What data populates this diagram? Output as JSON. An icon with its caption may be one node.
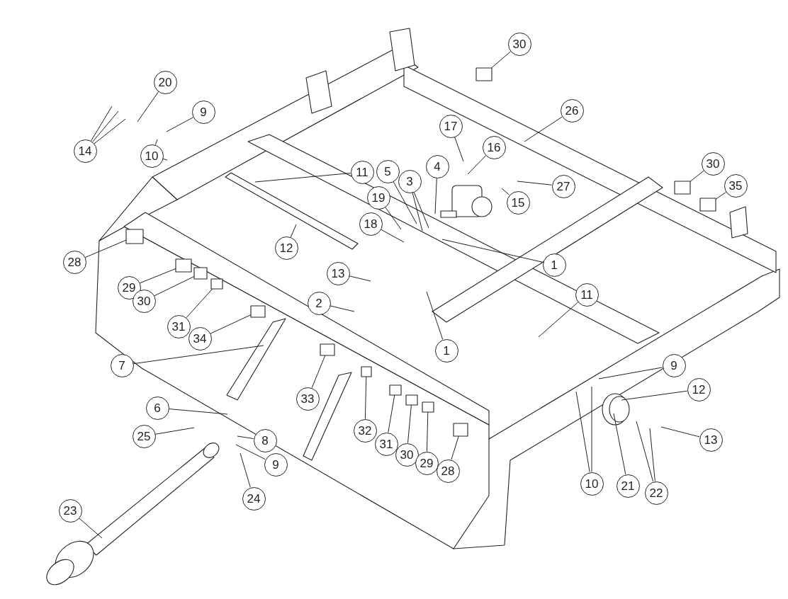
{
  "diagram": {
    "nodes": [
      {
        "text": [
          "30"
        ]
      },
      {
        "text": [
          "20"
        ]
      },
      {
        "text": [
          "26"
        ]
      },
      {
        "text": [
          "9"
        ]
      },
      {
        "text": [
          "17"
        ]
      },
      {
        "text": [
          "16"
        ]
      },
      {
        "text": [
          "14"
        ]
      },
      {
        "text": [
          "10"
        ]
      },
      {
        "text": [
          "30"
        ]
      },
      {
        "text": [
          "4"
        ]
      },
      {
        "text": [
          "5"
        ]
      },
      {
        "text": [
          "11"
        ]
      },
      {
        "text": [
          "3"
        ]
      },
      {
        "text": [
          "35"
        ]
      },
      {
        "text": [
          "27"
        ]
      },
      {
        "text": [
          "19"
        ]
      },
      {
        "text": [
          "15"
        ]
      },
      {
        "text": [
          "18"
        ]
      },
      {
        "text": [
          "12"
        ]
      },
      {
        "text": [
          "28"
        ]
      },
      {
        "text": [
          "1"
        ]
      },
      {
        "text": [
          "13"
        ]
      },
      {
        "text": [
          "29"
        ]
      },
      {
        "text": [
          "11"
        ]
      },
      {
        "text": [
          "30"
        ]
      },
      {
        "text": [
          "2"
        ]
      },
      {
        "text": [
          "31"
        ]
      },
      {
        "text": [
          "34"
        ]
      },
      {
        "text": [
          "1"
        ]
      },
      {
        "text": [
          "7"
        ]
      },
      {
        "text": [
          "9"
        ]
      },
      {
        "text": [
          "12"
        ]
      },
      {
        "text": [
          "33"
        ]
      },
      {
        "text": [
          "6"
        ]
      },
      {
        "text": [
          "32"
        ]
      },
      {
        "text": [
          "25"
        ]
      },
      {
        "text": [
          "13"
        ]
      },
      {
        "text": [
          "8"
        ]
      },
      {
        "text": [
          "31"
        ]
      },
      {
        "text": [
          "30"
        ]
      },
      {
        "text": [
          "29"
        ]
      },
      {
        "text": [
          "9"
        ]
      },
      {
        "text": [
          "28"
        ]
      },
      {
        "text": [
          "10"
        ]
      },
      {
        "text": [
          "21"
        ]
      },
      {
        "text": [
          "22"
        ]
      },
      {
        "text": [
          "24"
        ]
      },
      {
        "text": [
          "23"
        ]
      },
      {
        "text": [],
        "shape": "box"
      },
      {
        "text": [],
        "shape": "box"
      },
      {
        "text": [],
        "shape": "box"
      },
      {
        "text": [],
        "shape": "box"
      },
      {
        "text": [],
        "shape": "box"
      },
      {
        "text": [],
        "shape": "box"
      },
      {
        "text": [],
        "shape": "box"
      },
      {
        "text": [],
        "shape": "box"
      },
      {
        "text": [],
        "shape": "box"
      },
      {
        "text": [],
        "shape": "box"
      },
      {
        "text": [],
        "shape": "box"
      },
      {
        "text": [],
        "shape": "box"
      },
      {
        "text": [],
        "shape": "box"
      },
      {
        "text": [],
        "shape": "box"
      }
    ],
    "edges": [
      {
        "from": 0,
        "to": 59,
        "arrow": "none"
      },
      {
        "from": 1,
        "to": null,
        "arrow": "none"
      },
      {
        "from": 2,
        "to": null,
        "arrow": "none"
      },
      {
        "from": 3,
        "to": null,
        "arrow": "none"
      },
      {
        "from": 4,
        "to": null,
        "arrow": "none"
      },
      {
        "from": 5,
        "to": null,
        "arrow": "none"
      },
      {
        "from": 6,
        "to": null,
        "arrow": "none"
      },
      {
        "from": 6,
        "to": null,
        "arrow": "none"
      },
      {
        "from": 6,
        "to": null,
        "arrow": "none"
      },
      {
        "from": 7,
        "to": null,
        "arrow": "none"
      },
      {
        "from": 7,
        "to": null,
        "arrow": "none"
      },
      {
        "from": 8,
        "to": 60,
        "arrow": "none"
      },
      {
        "from": 9,
        "to": null,
        "arrow": "none"
      },
      {
        "from": 10,
        "to": null,
        "arrow": "none"
      },
      {
        "from": 11,
        "to": null,
        "arrow": "none"
      },
      {
        "from": 12,
        "to": null,
        "arrow": "none"
      },
      {
        "from": 12,
        "to": null,
        "arrow": "none"
      },
      {
        "from": 13,
        "to": 61,
        "arrow": "none"
      },
      {
        "from": 14,
        "to": null,
        "arrow": "none"
      },
      {
        "from": 15,
        "to": null,
        "arrow": "none"
      },
      {
        "from": 16,
        "to": null,
        "arrow": "none"
      },
      {
        "from": 17,
        "to": null,
        "arrow": "none"
      },
      {
        "from": 18,
        "to": null,
        "arrow": "none"
      },
      {
        "from": 19,
        "to": 48,
        "arrow": "none"
      },
      {
        "from": 20,
        "to": null,
        "arrow": "none"
      },
      {
        "from": 21,
        "to": null,
        "arrow": "none"
      },
      {
        "from": 22,
        "to": 49,
        "arrow": "none"
      },
      {
        "from": 23,
        "to": null,
        "arrow": "none"
      },
      {
        "from": 24,
        "to": 50,
        "arrow": "none"
      },
      {
        "from": 25,
        "to": null,
        "arrow": "none"
      },
      {
        "from": 26,
        "to": 51,
        "arrow": "none"
      },
      {
        "from": 27,
        "to": 52,
        "arrow": "none"
      },
      {
        "from": 28,
        "to": null,
        "arrow": "none"
      },
      {
        "from": 29,
        "to": null,
        "arrow": "none"
      },
      {
        "from": 30,
        "to": null,
        "arrow": "none"
      },
      {
        "from": 31,
        "to": null,
        "arrow": "none"
      },
      {
        "from": 32,
        "to": 53,
        "arrow": "none"
      },
      {
        "from": 33,
        "to": null,
        "arrow": "none"
      },
      {
        "from": 34,
        "to": 54,
        "arrow": "none"
      },
      {
        "from": 35,
        "to": null,
        "arrow": "none"
      },
      {
        "from": 36,
        "to": null,
        "arrow": "none"
      },
      {
        "from": 37,
        "to": null,
        "arrow": "none"
      },
      {
        "from": 38,
        "to": 55,
        "arrow": "none"
      },
      {
        "from": 39,
        "to": 56,
        "arrow": "none"
      },
      {
        "from": 40,
        "to": 57,
        "arrow": "none"
      },
      {
        "from": 41,
        "to": null,
        "arrow": "none"
      },
      {
        "from": 42,
        "to": 58,
        "arrow": "none"
      },
      {
        "from": 43,
        "to": null,
        "arrow": "none"
      },
      {
        "from": 43,
        "to": null,
        "arrow": "none"
      },
      {
        "from": 44,
        "to": null,
        "arrow": "none"
      },
      {
        "from": 45,
        "to": null,
        "arrow": "none"
      },
      {
        "from": 45,
        "to": null,
        "arrow": "none"
      },
      {
        "from": 46,
        "to": null,
        "arrow": "none"
      },
      {
        "from": 47,
        "to": null,
        "arrow": "none"
      }
    ]
  }
}
